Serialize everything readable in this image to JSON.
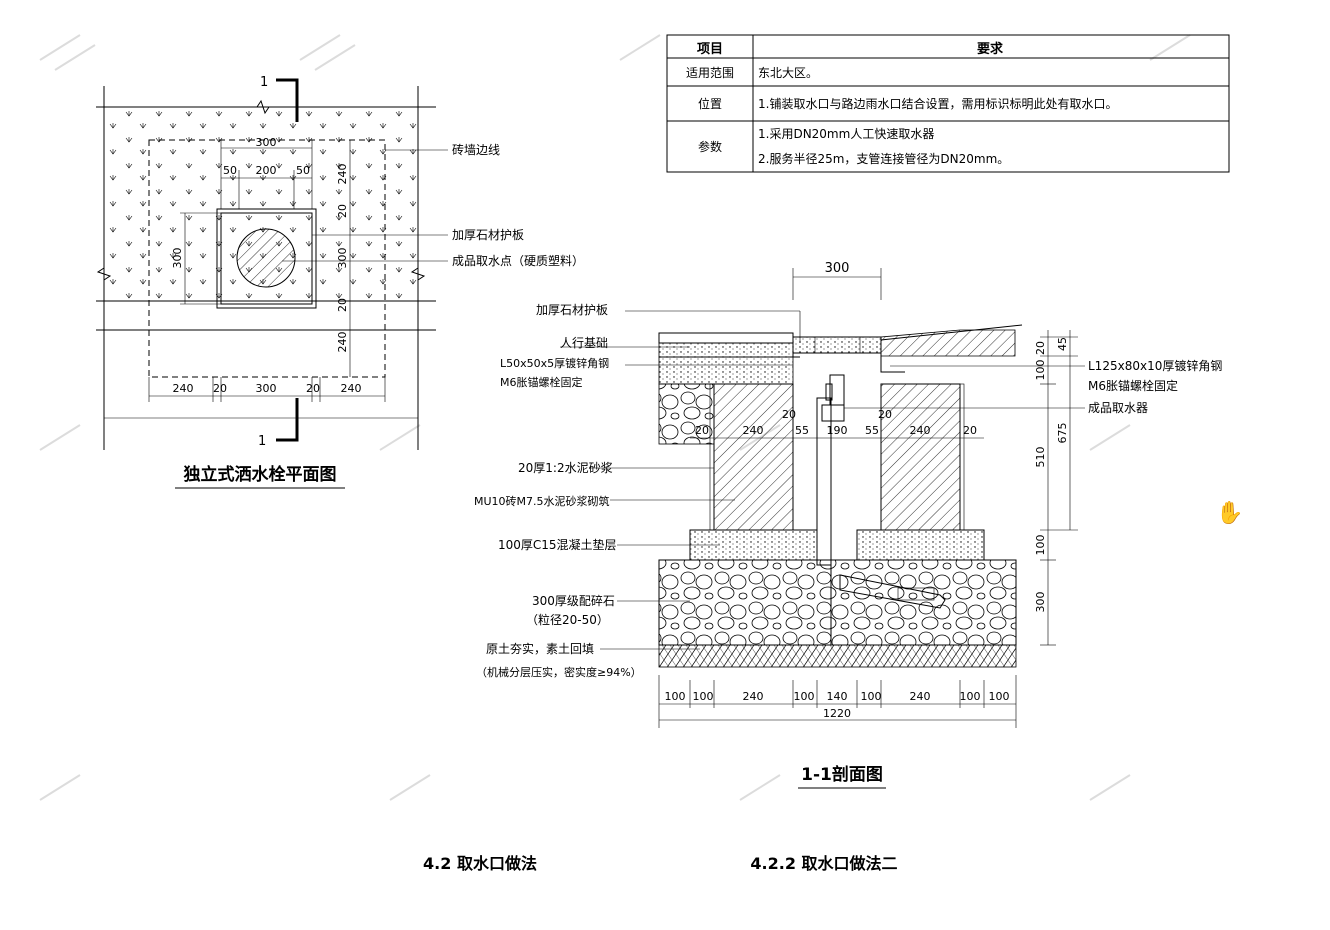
{
  "table": {
    "headers": {
      "item": "项目",
      "req": "要求"
    },
    "rows": [
      {
        "item": "适用范围",
        "lines": [
          "东北大区。"
        ]
      },
      {
        "item": "位置",
        "lines": [
          "1.铺装取水口与路边雨水口结合设置，需用标识标明此处有取水口。"
        ]
      },
      {
        "item": "参数",
        "lines": [
          "1.采用DN20mm人工快速取水器",
          "2.服务半径25m，支管连接管径为DN20mm。"
        ]
      }
    ]
  },
  "plan": {
    "title": "独立式洒水栓平面图",
    "section_mark": "1",
    "labels": {
      "brick_edge": "砖墙边线",
      "stone_cover": "加厚石材护板",
      "water_point": "成品取水点（硬质塑料）"
    },
    "dims": {
      "d300_top": "300",
      "d50_left": "50",
      "d200": "200",
      "d50_right": "50",
      "d240_right_top": "240",
      "d20_a": "20",
      "d300_right": "300",
      "d20_b": "20",
      "d240_right_bot": "240",
      "d300_left": "300",
      "b240_l": "240",
      "b20_l": "20",
      "b300": "300",
      "b20_r": "20",
      "b240_r": "240"
    }
  },
  "section": {
    "title": "1-1剖面图",
    "labels_left": [
      "加厚石材护板",
      "人行基础",
      "L50x50x5厚镀锌角钢",
      "M6胀锚螺栓固定",
      "20厚1:2水泥砂浆",
      "MU10砖M7.5水泥砂浆砌筑",
      "100厚C15混凝土垫层",
      "300厚级配碎石",
      "（粒径20-50）",
      "原土夯实，素土回填",
      "（机械分层压实，密实度≥94%）"
    ],
    "labels_right": [
      "L125x80x10厚镀锌角钢",
      "M6胀锚螺栓固定",
      "成品取水器"
    ],
    "dims": {
      "top300": "300",
      "r20": "20",
      "r45": "45",
      "r100": "100",
      "r675": "675",
      "r510": "510",
      "r100b": "100",
      "r300": "300",
      "in20a": "20",
      "in20b": "20",
      "in20c": "20",
      "in240a": "240",
      "in55a": "55",
      "in190": "190",
      "in55b": "55",
      "in240b": "240",
      "in20d": "20",
      "b100a": "100",
      "b100b": "100",
      "b240a": "240",
      "b100c": "100",
      "b140": "140",
      "b100d": "100",
      "b240b": "240",
      "b100e": "100",
      "b100f": "100",
      "btotal": "1220"
    }
  },
  "captions": {
    "left": "4.2 取水口做法",
    "right": "4.2.2 取水口做法二"
  },
  "icons": {
    "cursor": "hand-cursor-icon"
  }
}
